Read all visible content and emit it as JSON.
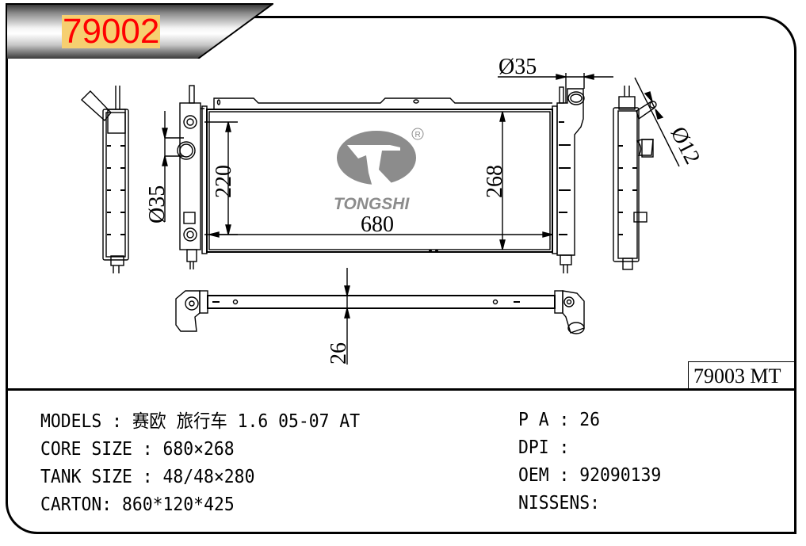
{
  "header": {
    "part_number": "79002"
  },
  "reference": {
    "label": "79003 MT"
  },
  "drawing": {
    "dimensions": {
      "core_width": "680",
      "core_height": "268",
      "tube_spacing": "220",
      "inlet_diameter_left": "Ø35",
      "outlet_diameter_right": "Ø35",
      "small_pipe_diameter": "Ø12",
      "core_thickness": "26"
    },
    "logo": {
      "brand": "TONGSHI",
      "registered_mark": "R",
      "color": "#8c8c8c"
    }
  },
  "specs": {
    "left": [
      {
        "label": "MODELS",
        "separator": " : ",
        "value": "赛欧 旅行车 1.6 05-07 AT"
      },
      {
        "label": "CORE SIZE",
        "separator": " : ",
        "value": "680×268"
      },
      {
        "label": "TANK SIZE",
        "separator": " : ",
        "value": "48/48×280"
      },
      {
        "label": "CARTON",
        "separator": ": ",
        "value": "860*120*425"
      }
    ],
    "right": [
      {
        "label": "P A",
        "separator": " : ",
        "value": "26"
      },
      {
        "label": "DPI",
        "separator": " :",
        "value": ""
      },
      {
        "label": "OEM",
        "separator": " : ",
        "value": "92090139"
      },
      {
        "label": "NISSENS",
        "separator": ":",
        "value": ""
      }
    ]
  },
  "colors": {
    "title_text": "#ff0000",
    "title_highlight": "#f6cf70",
    "line": "#000000"
  }
}
